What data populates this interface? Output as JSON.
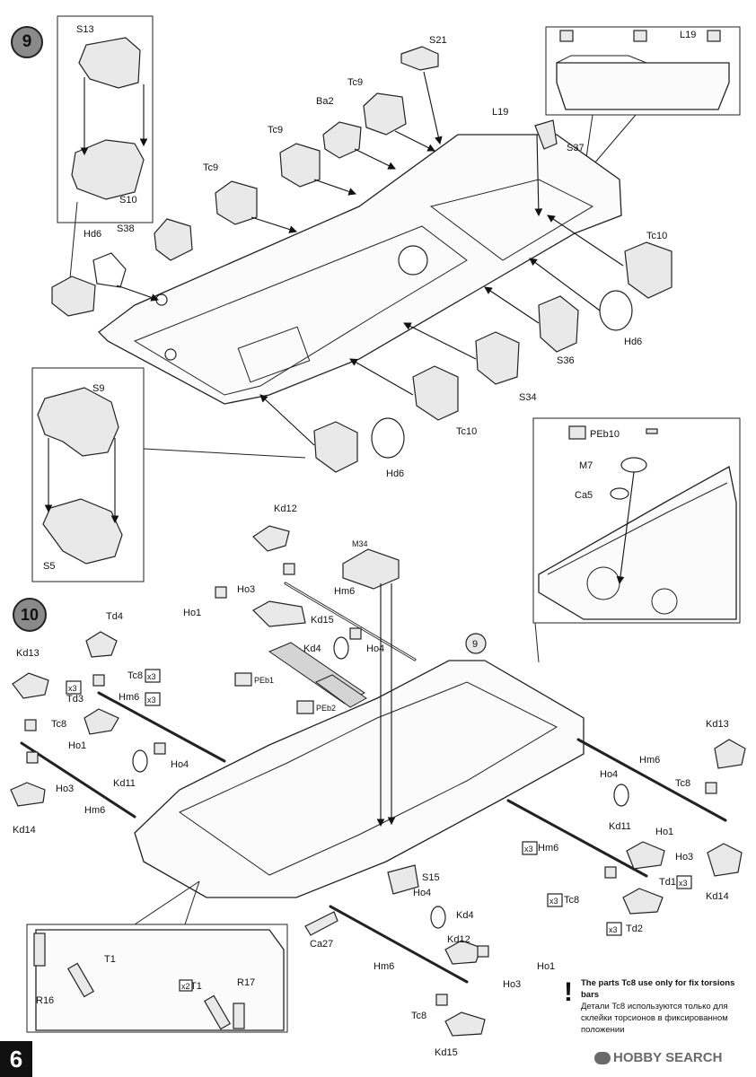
{
  "page": {
    "number": "6",
    "steps": [
      "9",
      "10"
    ],
    "note_en": "The parts Tc8 use only for fix torsions bars",
    "note_ru": "Детали Tc8 используются только для склейки торсионов в фиксированном положении",
    "watermark": "HOBBY SEARCH",
    "watermark_icon": "camera-logo-icon"
  },
  "labels": {
    "s13": "S13",
    "s10": "S10",
    "s21": "S21",
    "tc9": "Tc9",
    "ba2": "Ba2",
    "l19": "L19",
    "s37": "S37",
    "s38": "S38",
    "hd6": "Hd6",
    "tc10": "Tc10",
    "s36": "S36",
    "s34": "S34",
    "s9": "S9",
    "s5": "S5",
    "peb10": "PEb10",
    "m7": "M7",
    "ca5": "Ca5",
    "kd12": "Kd12",
    "kd13": "Kd13",
    "kd14": "Kd14",
    "kd15": "Kd15",
    "kd4": "Kd4",
    "kd11": "Kd11",
    "ho1": "Ho1",
    "ho3": "Ho3",
    "ho4": "Ho4",
    "hm6": "Hm6",
    "m34": "M34",
    "td1": "Td1",
    "td2": "Td2",
    "td3": "Td3",
    "td4": "Td4",
    "tc8": "Tc8",
    "peb1": "PEb1",
    "peb2": "PEb2",
    "s15": "S15",
    "ca27": "Ca27",
    "t1": "T1",
    "r16": "R16",
    "r17": "R17",
    "x3": "x3",
    "x2": "x2",
    "ref9": "9"
  }
}
